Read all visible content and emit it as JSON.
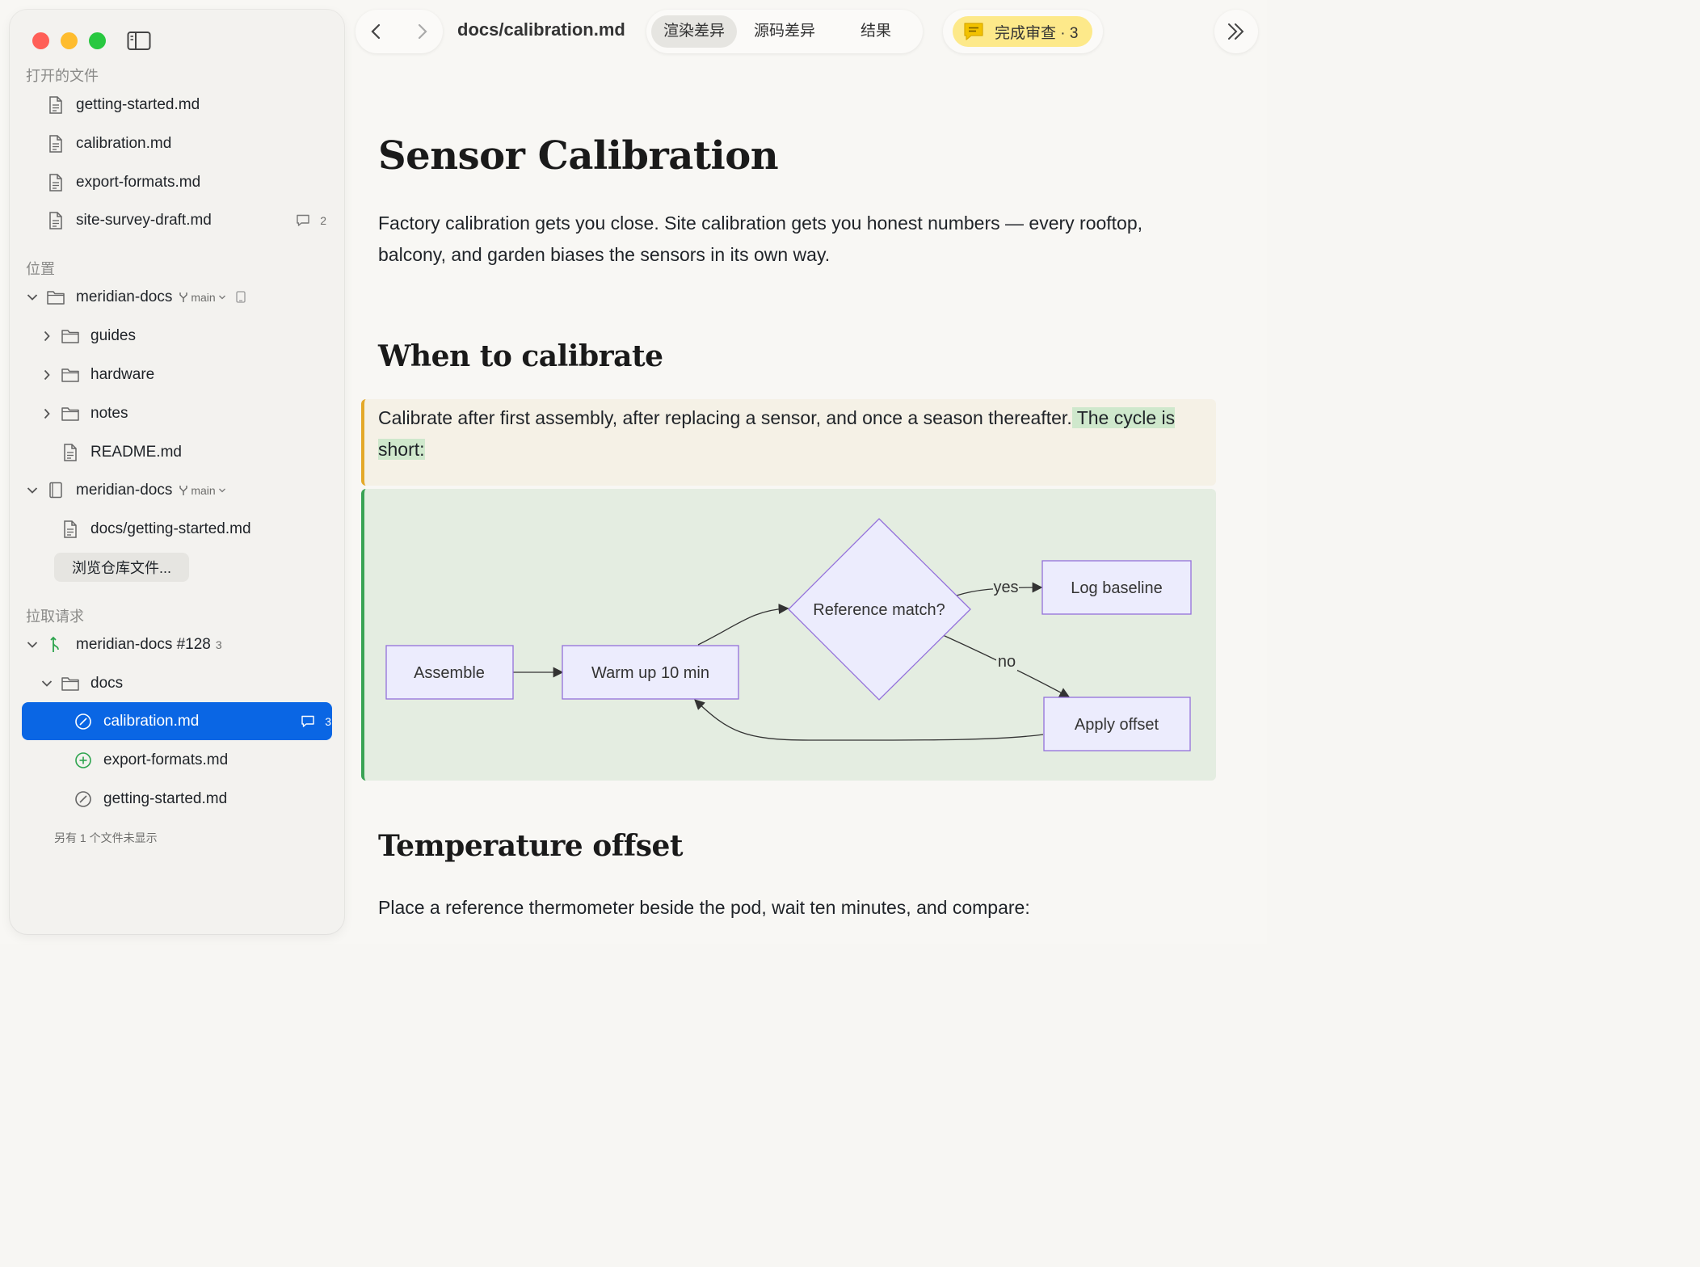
{
  "sidebar": {
    "open_files_title": "打开的文件",
    "open_files": [
      {
        "name": "getting-started.md"
      },
      {
        "name": "calibration.md"
      },
      {
        "name": "export-formats.md"
      },
      {
        "name": "site-survey-draft.md",
        "comments": "2"
      }
    ],
    "locations_title": "位置",
    "repo1": {
      "name": "meridian-docs",
      "branch": "main"
    },
    "folders": [
      "guides",
      "hardware",
      "notes"
    ],
    "readme": "README.md",
    "repo2": {
      "name": "meridian-docs",
      "branch": "main"
    },
    "repo2_file": "docs/getting-started.md",
    "browse_button": "浏览仓库文件...",
    "pr_title": "拉取请求",
    "pr": {
      "name": "meridian-docs #128",
      "count": "3"
    },
    "pr_folder": "docs",
    "pr_files": [
      {
        "name": "calibration.md",
        "status": "modified",
        "comments": "3",
        "selected": true
      },
      {
        "name": "export-formats.md",
        "status": "added"
      },
      {
        "name": "getting-started.md",
        "status": "modified"
      }
    ],
    "more_note": "另有 1 个文件未显示"
  },
  "topbar": {
    "doc_path": "docs/calibration.md",
    "tabs": [
      "渲染差异",
      "源码差异",
      "结果"
    ],
    "review_label": "完成审查 · 3"
  },
  "content": {
    "h1": "Sensor Calibration",
    "intro": "Factory calibration gets you close. Site calibration gets you honest numbers — every rooftop, balcony, and garden biases the sensors in its own way.",
    "h2_when": "When to calibrate",
    "callout_text": "Calibrate after first assembly, after replacing a sensor, and once a season thereafter.",
    "callout_highlight": " The cycle is short:",
    "diagram": {
      "nodes": [
        "Assemble",
        "Warm up 10 min",
        "Reference match?",
        "Log baseline",
        "Apply offset"
      ],
      "edge_yes": "yes",
      "edge_no": "no"
    },
    "h2_temp": "Temperature offset",
    "temp_para": "Place a reference thermometer beside the pod, wait ten minutes, and compare:"
  },
  "colors": {
    "accent_blue": "#0a66e4",
    "review_yellow": "#fde98a",
    "callout_border": "#e4a92a",
    "diagram_border": "#3aa355",
    "node_fill": "#ececfd",
    "node_stroke": "#9370db"
  }
}
